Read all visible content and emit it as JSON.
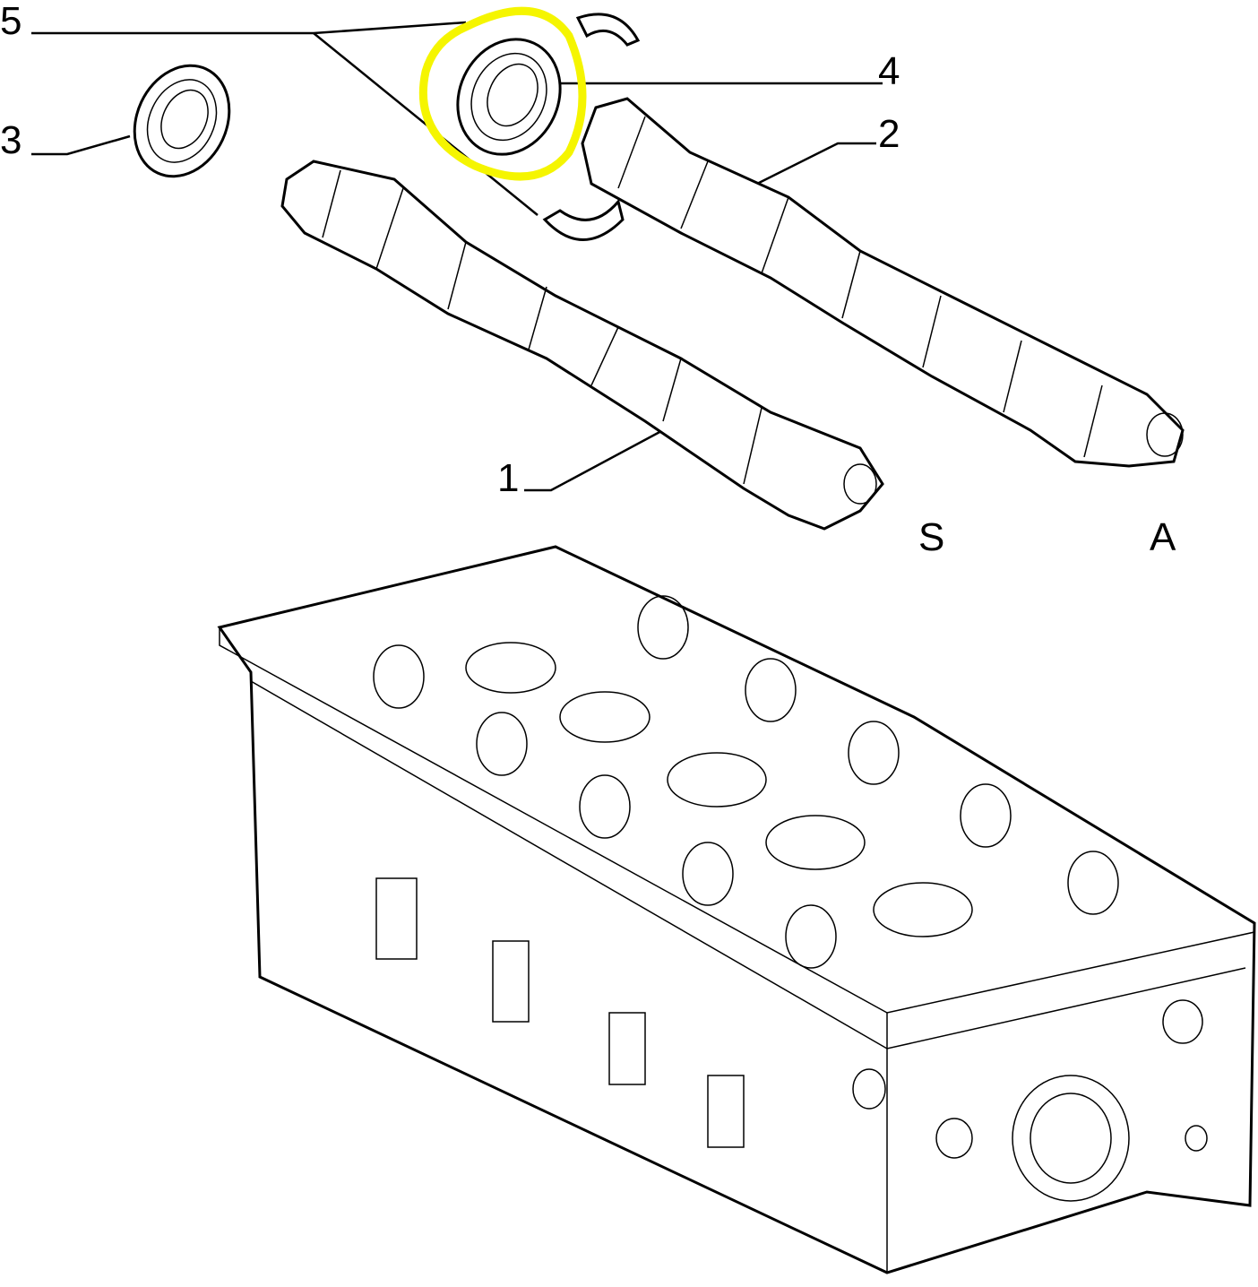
{
  "diagram": {
    "callouts": [
      {
        "id": "1",
        "label": "1",
        "part": "camshaft-exhaust"
      },
      {
        "id": "2",
        "label": "2",
        "part": "camshaft-intake"
      },
      {
        "id": "3",
        "label": "3",
        "part": "oil-seal"
      },
      {
        "id": "4",
        "label": "4",
        "part": "oil-seal-highlighted"
      },
      {
        "id": "5",
        "label": "5",
        "part": "half-bearing"
      }
    ],
    "side_labels": {
      "s": "S",
      "a": "A"
    },
    "highlight_color": "#f5f500"
  }
}
